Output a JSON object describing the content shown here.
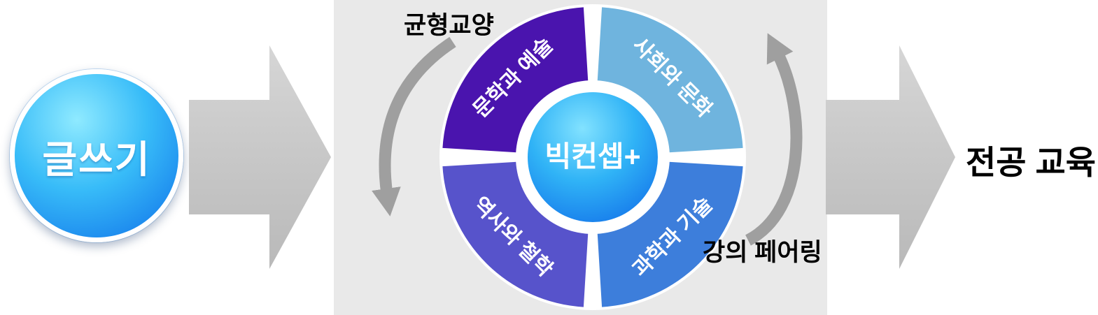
{
  "diagram": {
    "left_node": {
      "label": "글쓰기"
    },
    "panel": {
      "top_label": "균형교양",
      "bottom_label": "강의 페어링",
      "center": {
        "label": "빅컨셉+"
      },
      "segments": [
        {
          "name": "literature-and-art",
          "label": "문학과 예술",
          "color": "#4a14ae"
        },
        {
          "name": "society-and-culture",
          "label": "사회와 문화",
          "color": "#6fb4de"
        },
        {
          "name": "history-and-philosophy",
          "label": "역사와 철학",
          "color": "#5753cb"
        },
        {
          "name": "science-and-technology",
          "label": "과학과 기술",
          "color": "#3d7edb"
        }
      ]
    },
    "right_label": "전공 교육",
    "colors": {
      "panel_bg": "#e9e9e9",
      "flow_arrow_light": "#d6d6d6",
      "flow_arrow_dark": "#b9b9b9",
      "curved_arrow": "#9f9f9f",
      "node_blue_light": "#8feaff",
      "node_blue_dark": "#0e6fe9",
      "label_text": "#000000"
    }
  }
}
